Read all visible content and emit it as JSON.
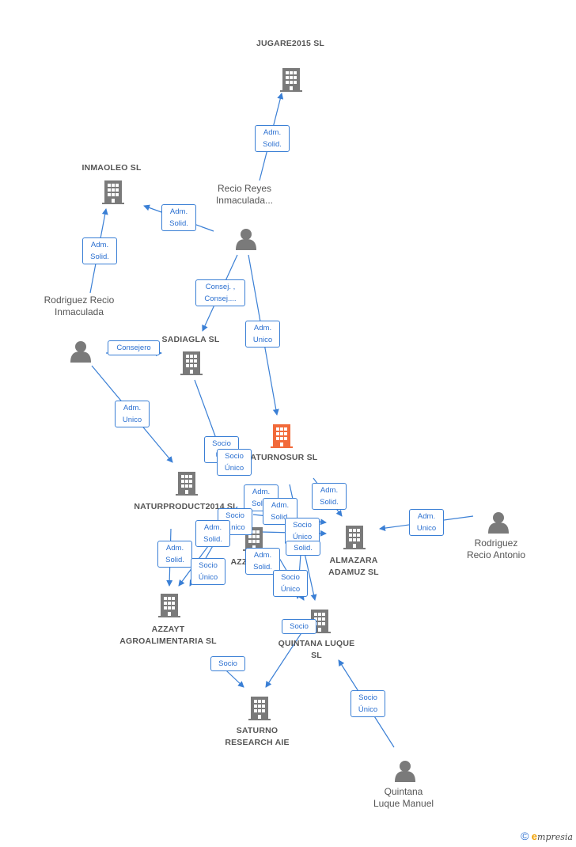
{
  "colors": {
    "edge": "#3a7fd5",
    "company": "#7a7a7a",
    "focus": "#f26a3a",
    "person": "#7a7a7a"
  },
  "companies": {
    "jugare": "JUGARE2015 SL",
    "inmaoleo": "INMAOLEO  SL",
    "sadiagla": "SADIAGLA SL",
    "naturnosur": "NATURNOSUR SL",
    "naturproduct": "NATURPRODUCT2014 SL",
    "azzayt_partial": "AZZ",
    "almazara": "ALMAZARA ADAMUZ SL",
    "azzayt": "AZZAYT AGROALIMENTARIA SL",
    "quintana": "QUINTANA LUQUE SL",
    "saturno": "SATURNO RESEARCH AIE"
  },
  "persons": {
    "recio_reyes": "Recio Reyes Inmaculada...",
    "rodriguez_inma": "Rodriguez Recio Inmaculada",
    "rodriguez_antonio": "Rodriguez Recio Antonio",
    "quintana_manuel": "Quintana Luque Manuel"
  },
  "edge_labels": {
    "e1": "Adm. Solid.",
    "e2": "Adm. Solid.",
    "e3": "Adm. Solid.",
    "e4": "Consej. , Consej....",
    "e5": "Adm. Unico",
    "e6": "Consejero",
    "e7": "Adm. Unico",
    "e8": "Socio Ú...",
    "e9": "Socio Único",
    "e10": "Adm. Solid.",
    "e11": "Adm. Solid.",
    "e12": "Adm. Solid.",
    "e13": "Adm. Unico",
    "e14": "Socio ...nico",
    "e15": "Adm. Solid.",
    "e16": "Socio Único",
    "e17": "Adm. Solid.",
    "e18": "Socio Único",
    "e19": "Adm. Solid.",
    "e20": "Socio Único",
    "e21": "Socio",
    "e22": "Socio",
    "e23": "Socio Único",
    "e24": "Solid."
  },
  "watermark": {
    "symbol": "©",
    "brand": "mpresia",
    "initial": "e"
  }
}
